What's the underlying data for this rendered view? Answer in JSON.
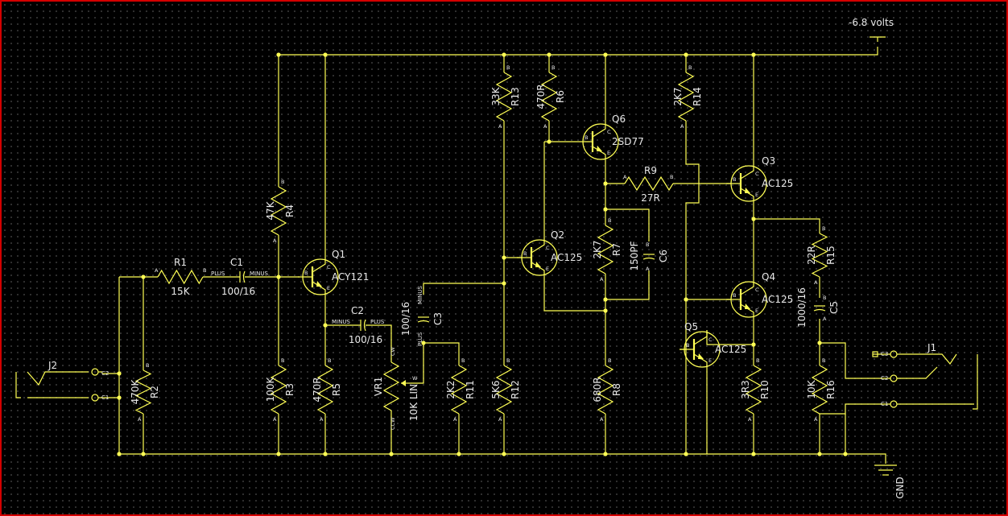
{
  "supply": {
    "label": "-6.8 volts"
  },
  "ground": {
    "label": "GND"
  },
  "connectors": [
    {
      "ref": "J2",
      "pins": [
        "C2",
        "C1"
      ]
    },
    {
      "ref": "J1",
      "pins": [
        "C3",
        "C2",
        "C1"
      ]
    }
  ],
  "resistors": [
    {
      "ref": "R1",
      "value": "15K"
    },
    {
      "ref": "R2",
      "value": "470K"
    },
    {
      "ref": "R3",
      "value": "100K"
    },
    {
      "ref": "R4",
      "value": "47K"
    },
    {
      "ref": "R5",
      "value": "470R"
    },
    {
      "ref": "R6",
      "value": "470R"
    },
    {
      "ref": "R7",
      "value": "2K7"
    },
    {
      "ref": "R8",
      "value": "680R"
    },
    {
      "ref": "R9",
      "value": "27R"
    },
    {
      "ref": "R10",
      "value": "3R3"
    },
    {
      "ref": "R11",
      "value": "2K2"
    },
    {
      "ref": "R12",
      "value": "5K6"
    },
    {
      "ref": "R13",
      "value": "33K"
    },
    {
      "ref": "R14",
      "value": "2K7"
    },
    {
      "ref": "R15",
      "value": "22R"
    },
    {
      "ref": "R16",
      "value": "10K"
    }
  ],
  "capacitors": [
    {
      "ref": "C1",
      "value": "100/16",
      "pin_a": "PLUS",
      "pin_b": "MINUS"
    },
    {
      "ref": "C2",
      "value": "100/16",
      "pin_a": "MINUS",
      "pin_b": "PLUS"
    },
    {
      "ref": "C3",
      "value": "100/16",
      "pin_a": "PLUS",
      "pin_b": "MINUS"
    },
    {
      "ref": "C5",
      "value": "1000/16",
      "pin_a": "A",
      "pin_b": "B"
    },
    {
      "ref": "C6",
      "value": "150PF",
      "pin_a": "A",
      "pin_b": "B"
    }
  ],
  "potentiometers": [
    {
      "ref": "VR1",
      "value": "10K LIN",
      "pins": [
        "CW",
        "CCW",
        "W"
      ]
    }
  ],
  "transistors": [
    {
      "ref": "Q1",
      "type": "ACY121"
    },
    {
      "ref": "Q2",
      "type": "AC125"
    },
    {
      "ref": "Q3",
      "type": "AC125"
    },
    {
      "ref": "Q4",
      "type": "AC125"
    },
    {
      "ref": "Q5",
      "type": "AC125"
    },
    {
      "ref": "Q6",
      "type": "2SD77"
    }
  ],
  "pin_letters": {
    "a": "A",
    "b": "B",
    "c": "C",
    "e": "E"
  },
  "colors": {
    "wire": "#ffff55",
    "text": "#e8e8e8",
    "background": "#000000",
    "border": "#d40000",
    "grid": "#3a3a3a"
  }
}
